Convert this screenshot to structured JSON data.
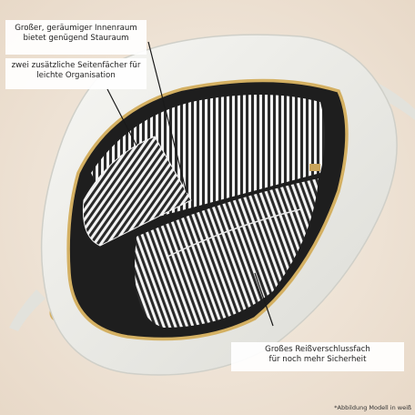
{
  "callouts": [
    {
      "line1": "Großer, geräumiger Innenraum",
      "line2": "bietet genügend Stauraum"
    },
    {
      "line1": "zwei zusätzliche Seitenfächer für",
      "line2": "leichte Organisation"
    },
    {
      "line1": "Großes Reißverschlussfach",
      "line2": "für noch mehr Sicherheit"
    }
  ],
  "footnote": "*Abbildung Modell in weiß",
  "colors": {
    "background": "#efe6dc",
    "leather": "#eeeeea",
    "zipper": "#d4b062",
    "lining_dark": "#2a2a2a",
    "lining_light": "#f2f2f2"
  }
}
